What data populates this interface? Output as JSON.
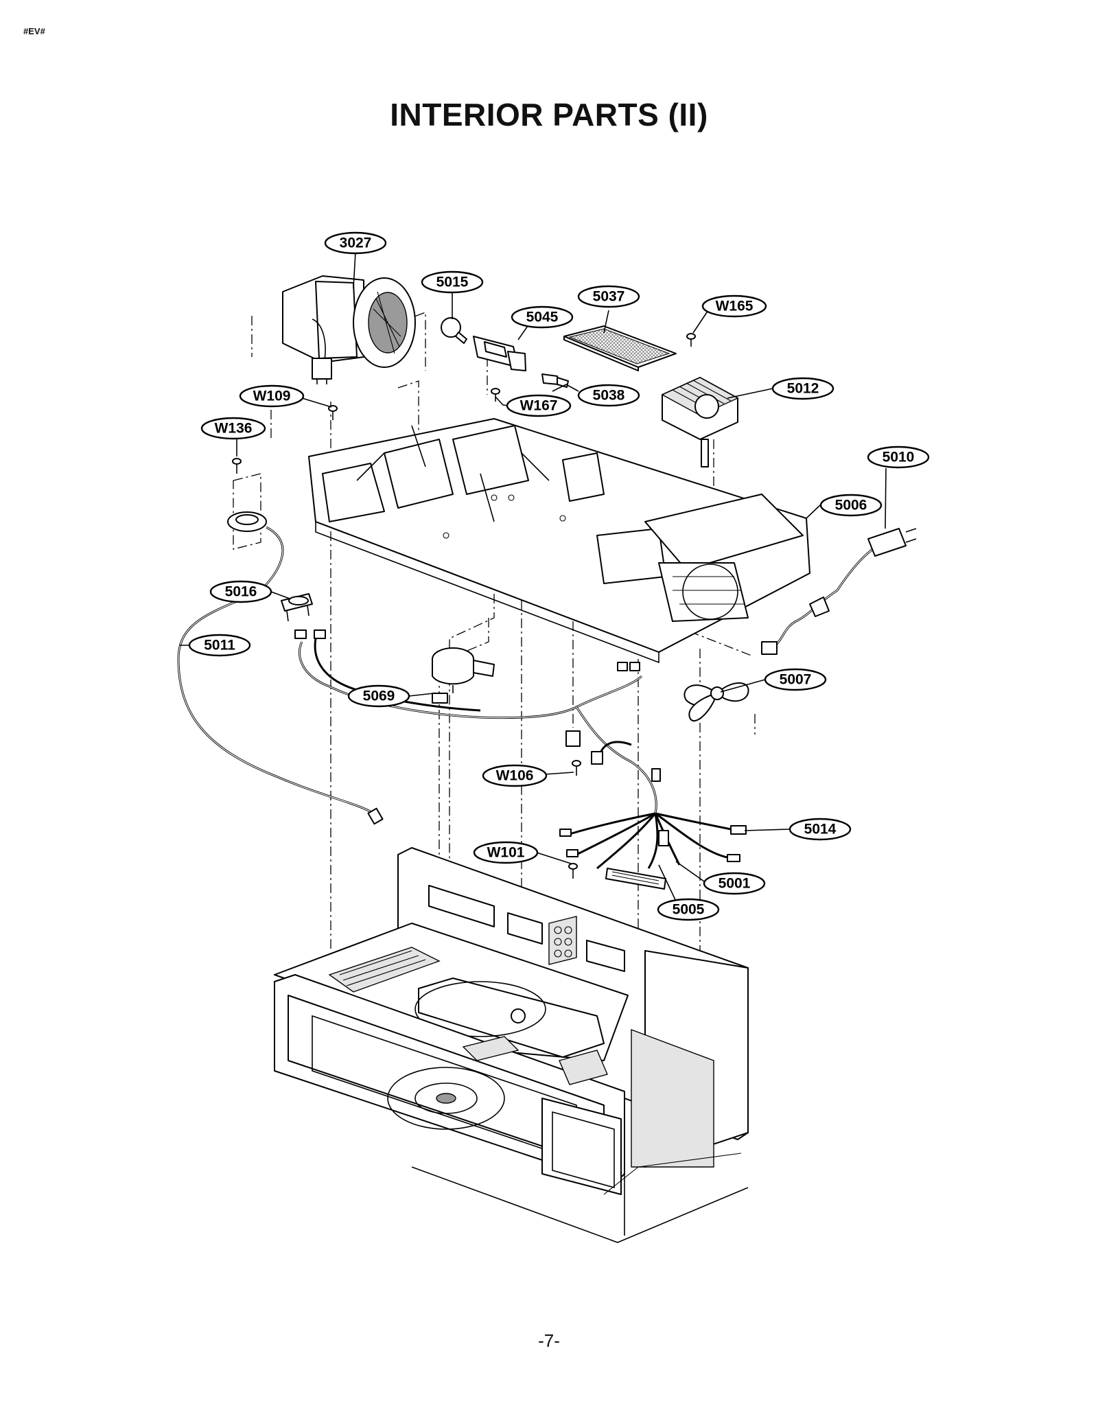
{
  "header": {
    "code": "#EV#"
  },
  "title": "INTERIOR PARTS (II)",
  "page_number": "-7-",
  "callouts": [
    {
      "key": "c3027",
      "label": "3027"
    },
    {
      "key": "c5015",
      "label": "5015"
    },
    {
      "key": "c5037",
      "label": "5037"
    },
    {
      "key": "c5045",
      "label": "5045"
    },
    {
      "key": "cW165",
      "label": "W165"
    },
    {
      "key": "c5038",
      "label": "5038"
    },
    {
      "key": "cW167",
      "label": "W167"
    },
    {
      "key": "c5012",
      "label": "5012"
    },
    {
      "key": "cW109",
      "label": "W109"
    },
    {
      "key": "cW136",
      "label": "W136"
    },
    {
      "key": "c5010",
      "label": "5010"
    },
    {
      "key": "c5006",
      "label": "5006"
    },
    {
      "key": "c5016",
      "label": "5016"
    },
    {
      "key": "c5011",
      "label": "5011"
    },
    {
      "key": "c5069",
      "label": "5069"
    },
    {
      "key": "c5007",
      "label": "5007"
    },
    {
      "key": "cW106",
      "label": "W106"
    },
    {
      "key": "c5014",
      "label": "5014"
    },
    {
      "key": "cW101",
      "label": "W101"
    },
    {
      "key": "c5001",
      "label": "5001"
    },
    {
      "key": "c5005",
      "label": "5005"
    }
  ]
}
